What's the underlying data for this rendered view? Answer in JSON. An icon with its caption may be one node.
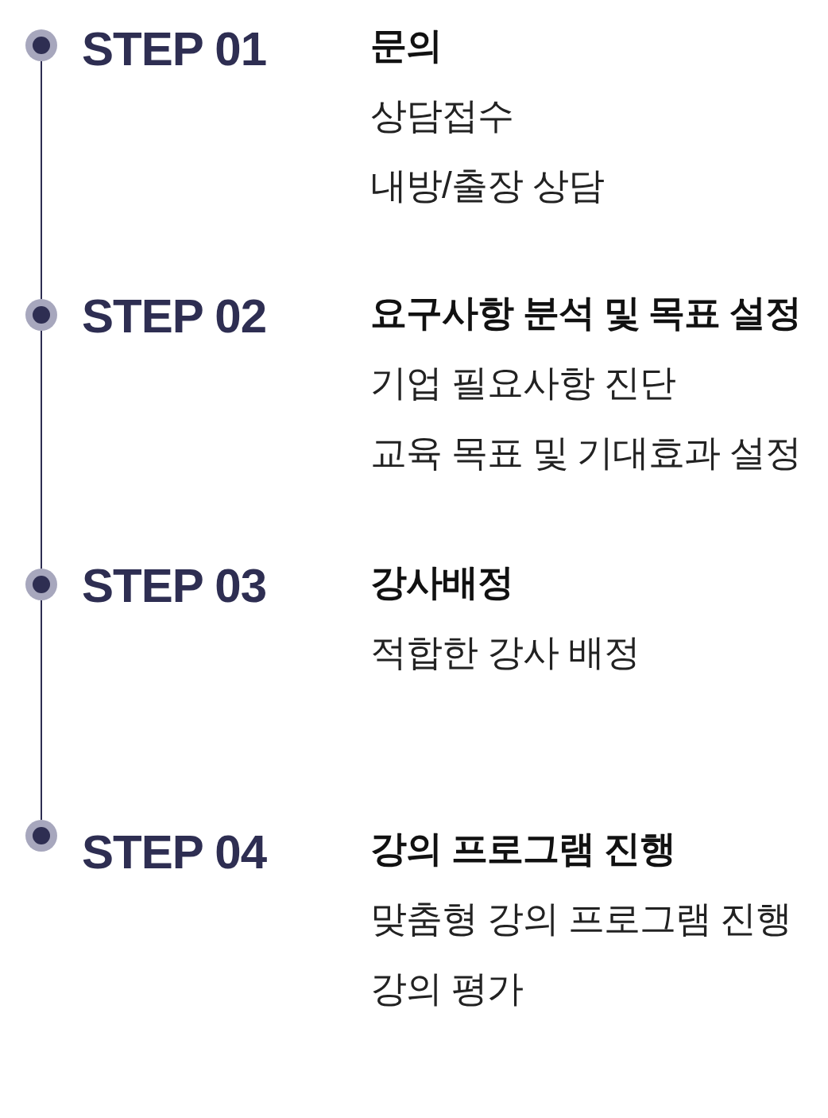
{
  "diagram": {
    "nodes": [
      {
        "text": [],
        "shape": "circle",
        "beside": [
          "STEP 01",
          "문의",
          "상담접수",
          "내방/출장 상담"
        ]
      },
      {
        "text": [],
        "shape": "circle",
        "beside": [
          "STEP 02",
          "요구사항 분석 및 목표 설정",
          "기업 필요사항 진단",
          "교육 목표 및 기대효과 설정"
        ]
      },
      {
        "text": [],
        "shape": "circle",
        "beside": [
          "STEP 03",
          "강사배정",
          "적합한 강사 배정"
        ]
      },
      {
        "text": [],
        "shape": "circle",
        "beside": [
          "STEP 04",
          "강의 프로그램 진행",
          "맞춤형 강의 프로그램 진행",
          "강의 평가"
        ]
      }
    ],
    "edges": [
      {
        "from": 0,
        "to": 1,
        "arrow": "none"
      },
      {
        "from": 1,
        "to": 2,
        "arrow": "none"
      },
      {
        "from": 2,
        "to": 3,
        "arrow": "none"
      }
    ]
  }
}
